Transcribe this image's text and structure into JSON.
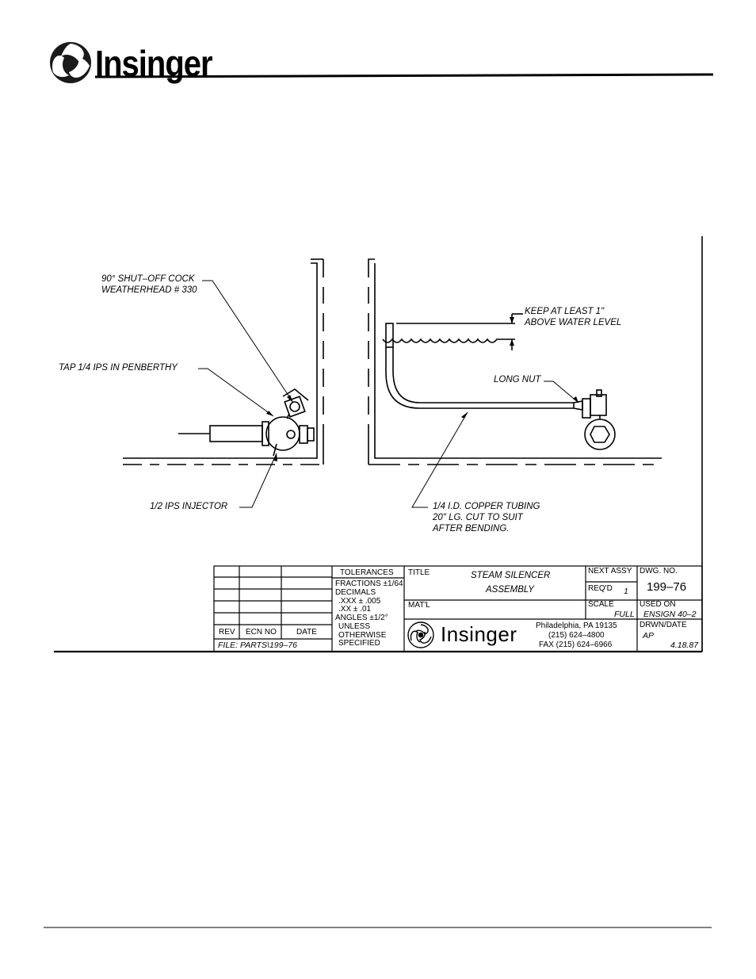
{
  "header": {
    "brand": "Insinger"
  },
  "diagram": {
    "labels": {
      "shutoff_line1": "90° SHUT–OFF COCK",
      "shutoff_line2": "WEATHERHEAD # 330",
      "tap": "TAP 1/4 IPS IN PENBERTHY",
      "injector": "1/2 IPS INJECTOR",
      "keep_line1": "KEEP AT LEAST 1\"",
      "keep_line2": "ABOVE WATER LEVEL",
      "long_nut": "LONG NUT",
      "tubing_line1": "1/4 I.D. COPPER TUBING",
      "tubing_line2": "20\" LG. CUT TO SUIT",
      "tubing_line3": "AFTER BENDING."
    }
  },
  "title_block": {
    "tolerances_header": "TOLERANCES",
    "fractions": "FRACTIONS ±1/64",
    "decimals": "DECIMALS",
    "xxx": ".XXX  ±  .005",
    "xx": ".XX   ±  .01",
    "angles": "ANGLES ±1/2°",
    "unless": "UNLESS",
    "otherwise": "OTHERWISE",
    "specified": "SPECIFIED",
    "rev": "REV",
    "ecn_no": "ECN NO",
    "date": "DATE",
    "file": "FILE: PARTS\\199–76",
    "title_label": "TITLE",
    "title_line1": "STEAM SILENCER",
    "title_line2": "ASSEMBLY",
    "matl_label": "MAT'L",
    "company": "Insinger",
    "address": "Philadelphia, PA 19135",
    "phone": "(215) 624–4800",
    "fax": "FAX (215) 624–6966",
    "next_assy_label": "NEXT ASSY",
    "reqd_label": "REQ'D",
    "reqd_value": "1",
    "scale_label": "SCALE",
    "scale_value": "FULL",
    "dwg_no_label": "DWG. NO.",
    "dwg_no_value": "199–76",
    "used_on_label": "USED ON",
    "used_on_value": "ENSIGN 40–2",
    "drwn_date_label": "DRWN/DATE",
    "drawn_by": "AP",
    "drawn_date": "4.18.87"
  }
}
